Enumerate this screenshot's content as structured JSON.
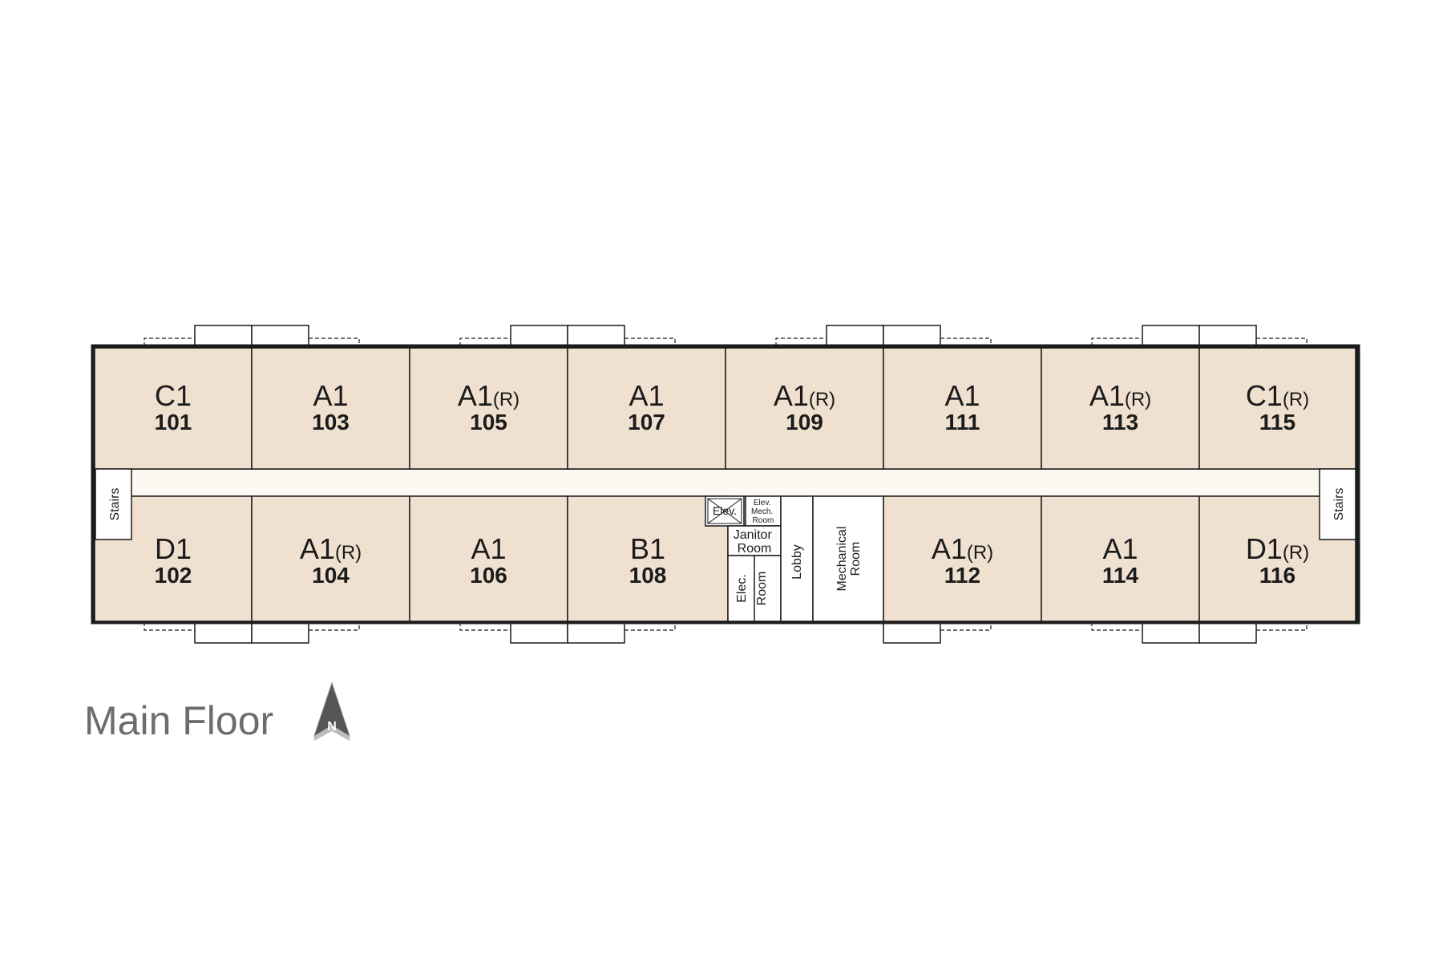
{
  "title": "Main Floor",
  "north_label": "N",
  "colors": {
    "unit_fill": "#f0e0d0",
    "corridor_fill": "#fdf8f2",
    "service_fill": "#ffffff",
    "wall": "#1b1b1b",
    "title": "#6d6d6d",
    "north_arrow": "#555555"
  },
  "units_north": [
    {
      "type": "C1",
      "suffix": "",
      "number": "101"
    },
    {
      "type": "A1",
      "suffix": "",
      "number": "103"
    },
    {
      "type": "A1",
      "suffix": "(R)",
      "number": "105"
    },
    {
      "type": "A1",
      "suffix": "",
      "number": "107"
    },
    {
      "type": "A1",
      "suffix": "(R)",
      "number": "109"
    },
    {
      "type": "A1",
      "suffix": "",
      "number": "111"
    },
    {
      "type": "A1",
      "suffix": "(R)",
      "number": "113"
    },
    {
      "type": "C1",
      "suffix": "(R)",
      "number": "115"
    }
  ],
  "units_south": [
    {
      "type": "D1",
      "suffix": "",
      "number": "102"
    },
    {
      "type": "A1",
      "suffix": "(R)",
      "number": "104"
    },
    {
      "type": "A1",
      "suffix": "",
      "number": "106"
    },
    {
      "type": "B1",
      "suffix": "",
      "number": "108"
    },
    {
      "type": "A1",
      "suffix": "(R)",
      "number": "112"
    },
    {
      "type": "A1",
      "suffix": "",
      "number": "114"
    },
    {
      "type": "D1",
      "suffix": "(R)",
      "number": "116"
    }
  ],
  "service_rooms": {
    "stairs": "Stairs",
    "elev": "Elev.",
    "elev_mech": [
      "Elev.",
      "Mech.",
      "Room"
    ],
    "janitor": [
      "Janitor",
      "Room"
    ],
    "elec": [
      "Elec.",
      "Room"
    ],
    "lobby": "Lobby",
    "mechanical": [
      "Mechanical",
      "Room"
    ]
  }
}
